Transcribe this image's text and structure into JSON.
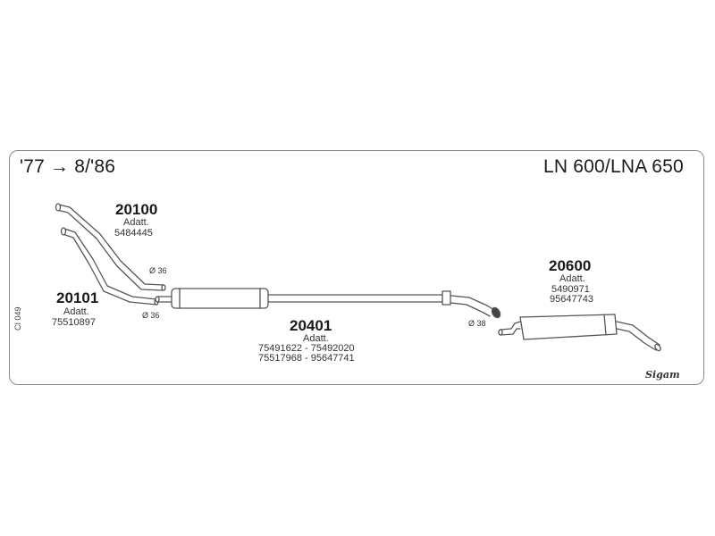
{
  "header": {
    "period": "'77 → 8/'86",
    "model": "LN 600/LNA 650"
  },
  "catalog_code": "CI 049",
  "brand": "Sigam",
  "adapt_label": "Adatt.",
  "parts": [
    {
      "code": "20100",
      "refs": [
        "5484445"
      ],
      "diameter": "Ø 36"
    },
    {
      "code": "20101",
      "refs": [
        "75510897"
      ],
      "diameter": "Ø 36"
    },
    {
      "code": "20401",
      "refs": [
        "75491622 - 75492020",
        "75517968 - 95647741"
      ],
      "diameter": ""
    },
    {
      "code": "20600",
      "refs": [
        "5490971",
        "95647743"
      ],
      "diameter": "Ø 38"
    }
  ],
  "colors": {
    "line": "#555555",
    "fill": "#ffffff",
    "frame": "#8a8a8a"
  }
}
